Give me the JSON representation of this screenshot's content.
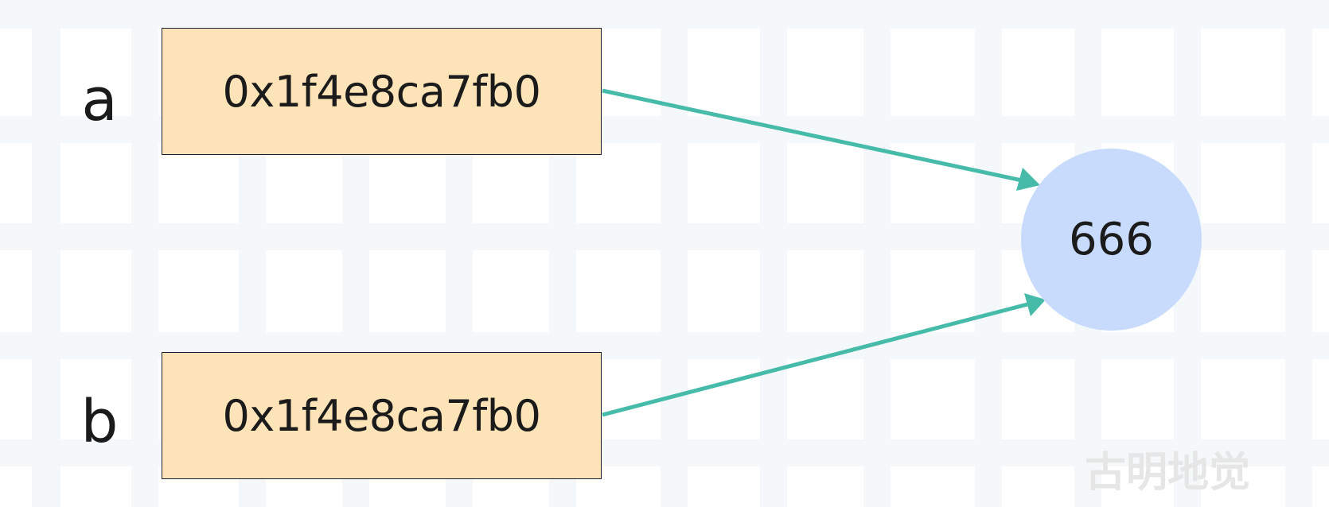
{
  "diagram": {
    "variables": [
      {
        "name": "a",
        "address": "0x1f4e8ca7fb0"
      },
      {
        "name": "b",
        "address": "0x1f4e8ca7fb0"
      }
    ],
    "object": {
      "value": "666"
    },
    "watermark": "古明地觉",
    "colors": {
      "background": "#ffffff",
      "grid": "#f4f8fa",
      "box_fill": "#fde4b8",
      "box_border": "#1b1b2f",
      "circle_fill": "#c8dbfc",
      "arrow": "#46bba9",
      "text": "#1b1b1b",
      "watermark": "#e6e6e6"
    }
  }
}
